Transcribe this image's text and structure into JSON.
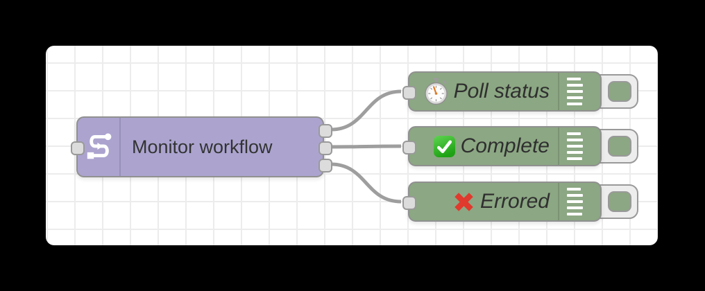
{
  "flow": {
    "switch_node": {
      "label": "Monitor workflow",
      "icon": "switch-icon",
      "inputs": 1,
      "outputs": 3,
      "fill_color": "#aca4cf"
    },
    "debug_nodes": [
      {
        "label": "Poll status",
        "icon": "stopwatch-icon",
        "fill_color": "#8ca783"
      },
      {
        "label": "Complete",
        "icon": "check-mark-icon",
        "fill_color": "#8ca783"
      },
      {
        "label": "Errored",
        "icon": "cross-mark-icon",
        "fill_color": "#8ca783"
      }
    ],
    "connections": [
      {
        "from": "Monitor workflow:output-1",
        "to": "Poll status"
      },
      {
        "from": "Monitor workflow:output-2",
        "to": "Complete"
      },
      {
        "from": "Monitor workflow:output-3",
        "to": "Errored"
      }
    ]
  },
  "colors": {
    "page_background": "#000000",
    "canvas_background": "#ffffff",
    "grid_line": "#ececec",
    "node_border": "#909090",
    "wire": "#9e9e9e",
    "port_fill": "#dcdcdc",
    "label_text": "#333333",
    "check_green": "#2fb327",
    "cross_red": "#e0392d",
    "stopwatch_hand": "#e07b28",
    "button_fill": "#ededed"
  }
}
